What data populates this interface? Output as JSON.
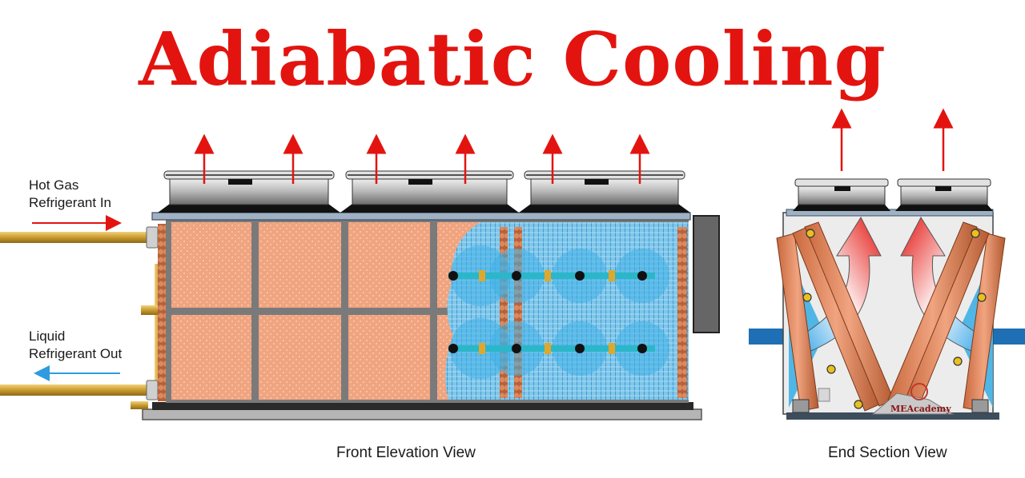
{
  "title": "Adiabatic Cooling",
  "labels": {
    "hot_gas_line1": "Hot Gas",
    "hot_gas_line2": "Refrigerant In",
    "liquid_line1": "Liquid",
    "liquid_line2": "Refrigerant Out"
  },
  "captions": {
    "front": "Front Elevation View",
    "end": "End Section View"
  },
  "logo": {
    "text": "MEAcademy"
  },
  "colors": {
    "title": "#e3140f",
    "pad": "#f0a47f",
    "frame": "#8a8a8a",
    "coil_blue": "#3fb0e6",
    "pipe_brass": "#c99a2e",
    "arrow_red": "#e3140f",
    "arrow_blue": "#2f9be0",
    "side_panel": "#1f6fb5"
  },
  "icons": [
    "fan-icon",
    "airflow-arrow-icon",
    "pipe-icon",
    "spray-nozzle-icon"
  ]
}
